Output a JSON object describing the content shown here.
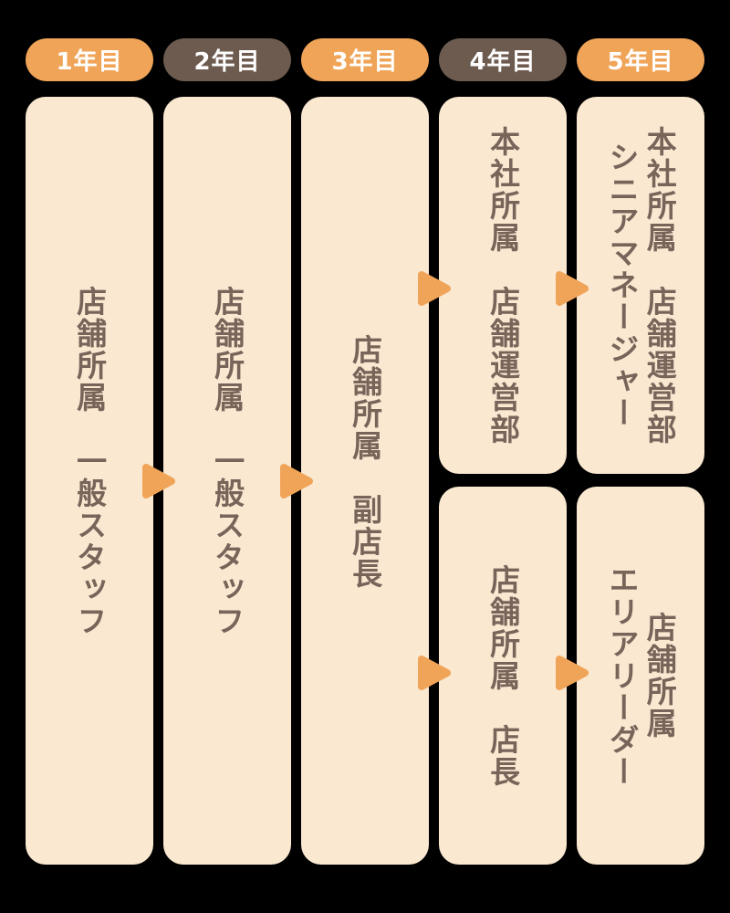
{
  "diagram": {
    "title_hidden": "career-path-by-year",
    "colors": {
      "background": "#000000",
      "box_fill": "#FAE8D1",
      "pill_orange": "#F0A458",
      "pill_brown": "#6D5B4F",
      "pill_text": "#FFFFFF",
      "body_text": "#79645A",
      "arrow": "#F0A458"
    },
    "years": [
      {
        "label": "1年目",
        "pill_color": "orange"
      },
      {
        "label": "2年目",
        "pill_color": "brown"
      },
      {
        "label": "3年目",
        "pill_color": "orange"
      },
      {
        "label": "4年目",
        "pill_color": "brown"
      },
      {
        "label": "5年目",
        "pill_color": "orange"
      }
    ],
    "columns": [
      {
        "year": "1年目",
        "boxes": [
          {
            "span": "full",
            "lines": [
              "店舗所属　一般スタッフ"
            ]
          }
        ]
      },
      {
        "year": "2年目",
        "boxes": [
          {
            "span": "full",
            "lines": [
              "店舗所属　一般スタッフ"
            ]
          }
        ]
      },
      {
        "year": "3年目",
        "boxes": [
          {
            "span": "full",
            "lines": [
              "店舗所属　副店長"
            ]
          }
        ]
      },
      {
        "year": "4年目",
        "boxes": [
          {
            "span": "top",
            "lines": [
              "本社所属　店舗運営部"
            ]
          },
          {
            "span": "bottom",
            "lines": [
              "店舗所属　店長"
            ]
          }
        ]
      },
      {
        "year": "5年目",
        "boxes": [
          {
            "span": "top",
            "lines": [
              "本社所属　店舗運営部",
              "シニアマネージャー"
            ]
          },
          {
            "span": "bottom",
            "lines": [
              "店舗所属",
              "エリアリーダー"
            ]
          }
        ]
      }
    ],
    "arrows": [
      {
        "from": "1年目 店舗所属 一般スタッフ",
        "to": "2年目 店舗所属 一般スタッフ",
        "row": "middle"
      },
      {
        "from": "2年目 店舗所属 一般スタッフ",
        "to": "3年目 店舗所属 副店長",
        "row": "middle"
      },
      {
        "from": "3年目 店舗所属 副店長",
        "to": "4年目 本社所属 店舗運営部",
        "row": "top"
      },
      {
        "from": "4年目 本社所属 店舗運営部",
        "to": "5年目 シニアマネージャー",
        "row": "top"
      },
      {
        "from": "3年目 店舗所属 副店長",
        "to": "4年目 店舗所属 店長",
        "row": "bottom"
      },
      {
        "from": "4年目 店舗所属 店長",
        "to": "5年目 エリアリーダー",
        "row": "bottom"
      }
    ]
  }
}
